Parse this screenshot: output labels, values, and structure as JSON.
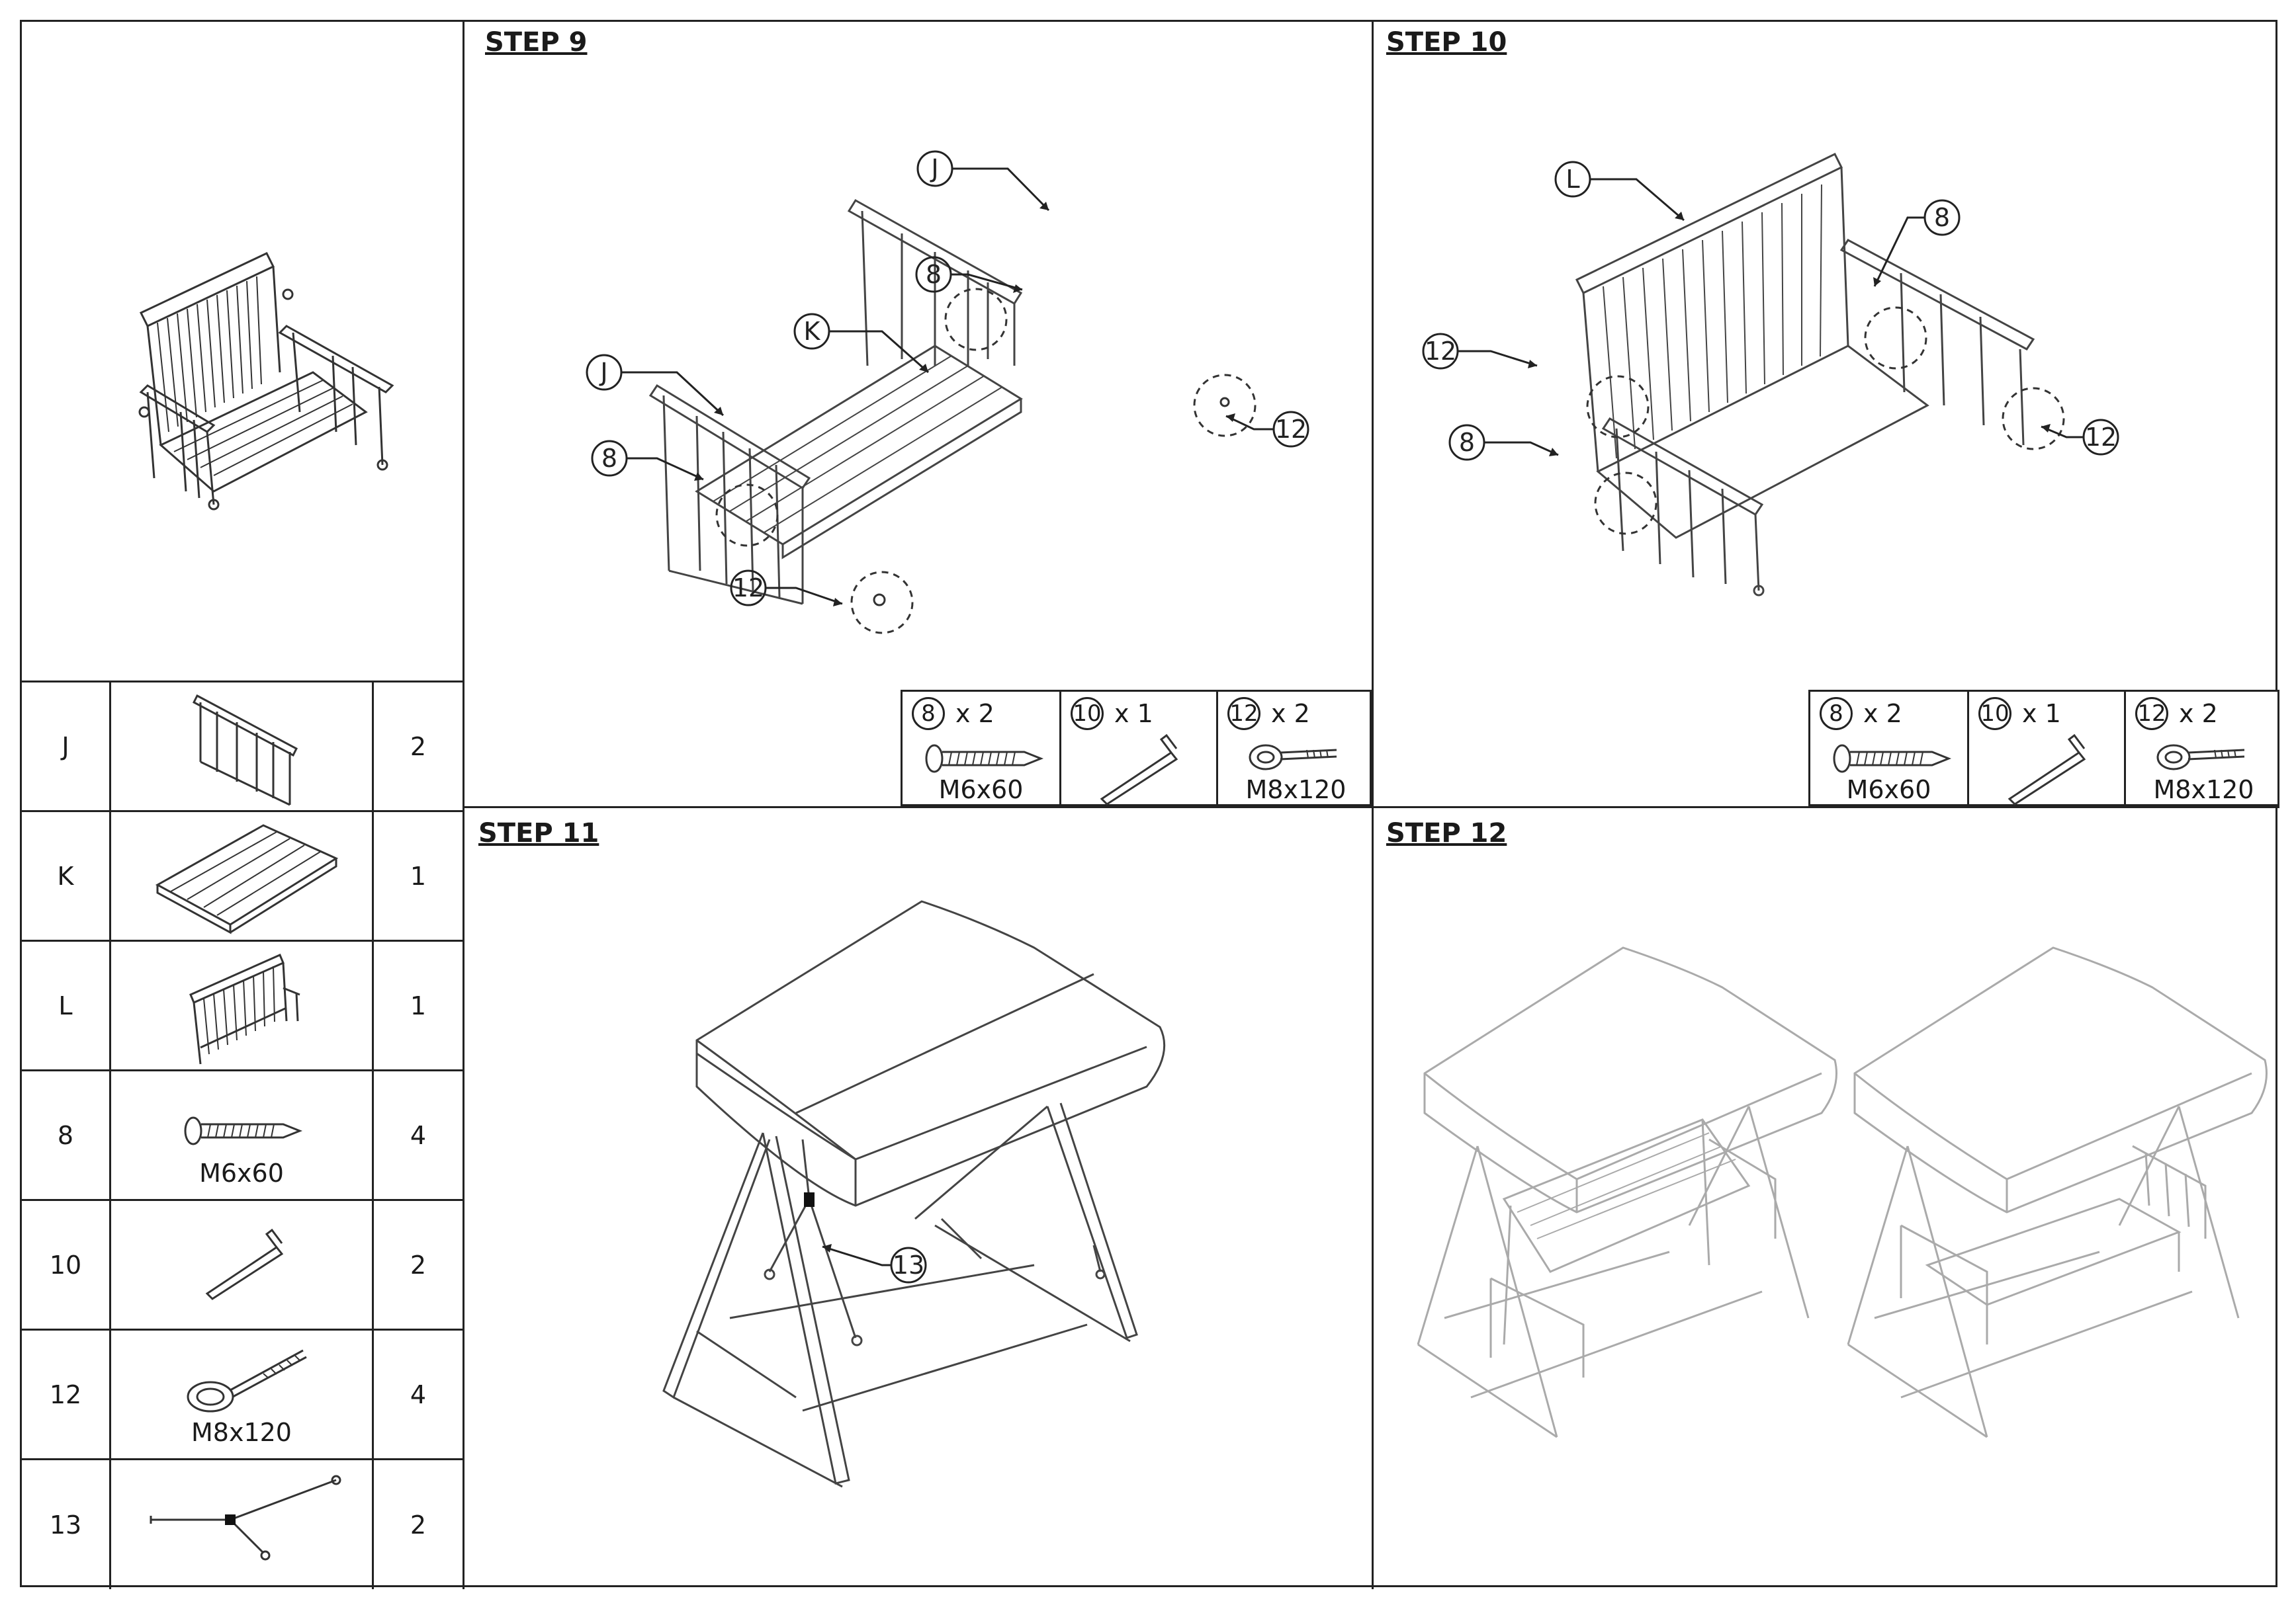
{
  "steps": [
    {
      "title": "STEP 9"
    },
    {
      "title": "STEP 10"
    },
    {
      "title": "STEP 11"
    },
    {
      "title": "STEP 12"
    }
  ],
  "parts": [
    {
      "letter": "J",
      "qty": "2",
      "caption": "",
      "icon": "armrest-frame"
    },
    {
      "letter": "K",
      "qty": "1",
      "caption": "",
      "icon": "seat-panel"
    },
    {
      "letter": "L",
      "qty": "1",
      "caption": "",
      "icon": "backrest-panel"
    },
    {
      "letter": "8",
      "qty": "4",
      "caption": "M6x60",
      "icon": "screw-icon"
    },
    {
      "letter": "10",
      "qty": "2",
      "caption": "",
      "icon": "allen-key-icon"
    },
    {
      "letter": "12",
      "qty": "4",
      "caption": "M8x120",
      "icon": "eye-bolt-icon"
    },
    {
      "letter": "13",
      "qty": "2",
      "caption": "",
      "icon": "chain-assembly-icon"
    }
  ],
  "hardware_step9": [
    {
      "num": "8",
      "qty": "x 2",
      "caption": "M6x60"
    },
    {
      "num": "10",
      "qty": "x 1",
      "caption": ""
    },
    {
      "num": "12",
      "qty": "x 2",
      "caption": "M8x120"
    }
  ],
  "hardware_step10": [
    {
      "num": "8",
      "qty": "x 2",
      "caption": "M6x60"
    },
    {
      "num": "10",
      "qty": "x 1",
      "caption": ""
    },
    {
      "num": "12",
      "qty": "x 2",
      "caption": "M8x120"
    }
  ],
  "callouts_step9": {
    "j1": "J",
    "j2": "J",
    "k": "K",
    "s8a": "8",
    "s8b": "8",
    "s12a": "12",
    "s12b": "12"
  },
  "callouts_step10": {
    "l": "L",
    "s8a": "8",
    "s8b": "8",
    "s12a": "12",
    "s12b": "12"
  },
  "callouts_step11": {
    "c13": "13"
  }
}
